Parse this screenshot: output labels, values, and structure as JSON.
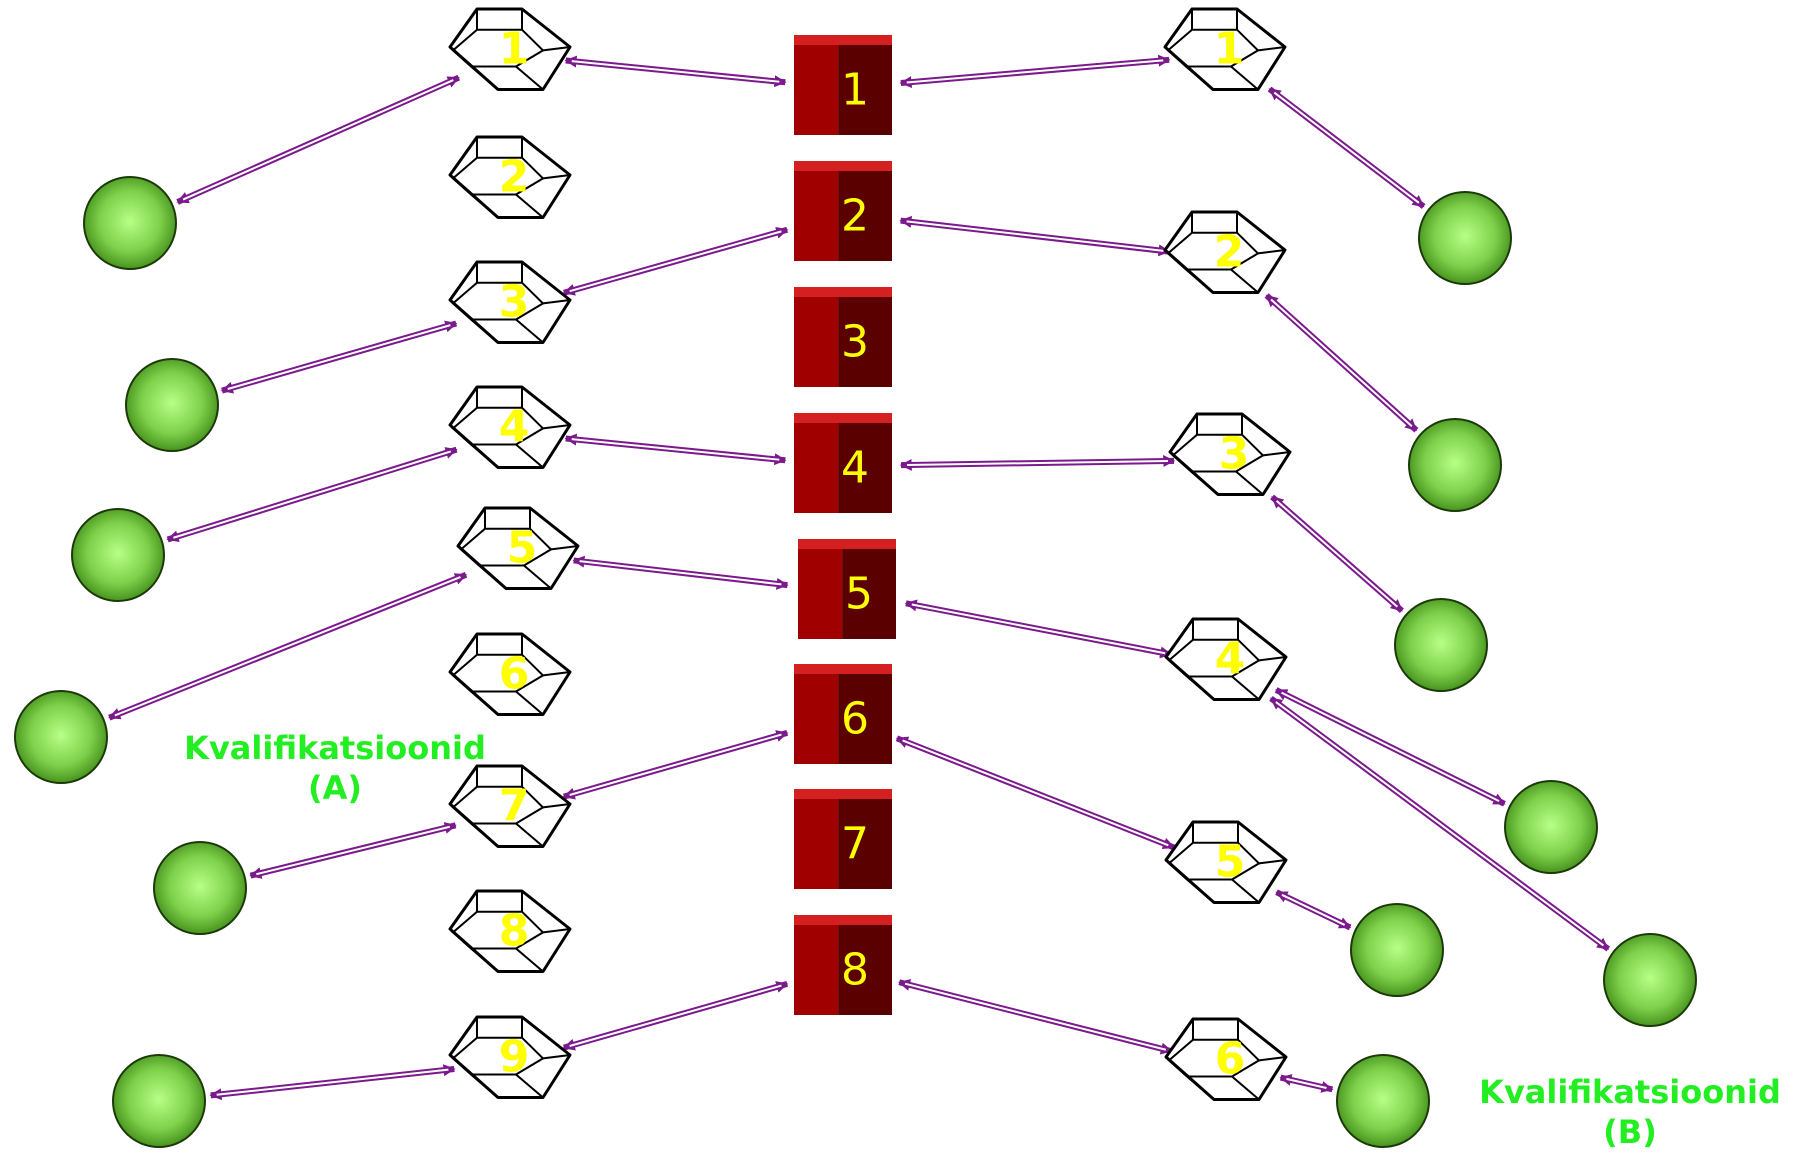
{
  "diagram": {
    "colors": {
      "arrow": "#7b1a8c",
      "cube_front": "#a00000",
      "cube_side": "#5a0000",
      "cube_top": "#d42020",
      "number_text": "#ffff00",
      "sphere_light": "#b8ff88",
      "sphere_dark": "#3f8a18",
      "group_title": "#22ee22"
    },
    "group_a_title": {
      "line1": "Kvalifikatsioonid",
      "line2": "(A)"
    },
    "group_b_title": {
      "line1": "Kvalifikatsioonid",
      "line2": "(B)"
    },
    "cubes": [
      {
        "id": "c1",
        "label": "1"
      },
      {
        "id": "c2",
        "label": "2"
      },
      {
        "id": "c3",
        "label": "3"
      },
      {
        "id": "c4",
        "label": "4"
      },
      {
        "id": "c5",
        "label": "5"
      },
      {
        "id": "c6",
        "label": "6"
      },
      {
        "id": "c7",
        "label": "7"
      },
      {
        "id": "c8",
        "label": "8"
      }
    ],
    "left_crystals": [
      {
        "id": "L1",
        "label": "1"
      },
      {
        "id": "L2",
        "label": "2"
      },
      {
        "id": "L3",
        "label": "3"
      },
      {
        "id": "L4",
        "label": "4"
      },
      {
        "id": "L5",
        "label": "5"
      },
      {
        "id": "L6",
        "label": "6"
      },
      {
        "id": "L7",
        "label": "7"
      },
      {
        "id": "L8",
        "label": "8"
      },
      {
        "id": "L9",
        "label": "9"
      }
    ],
    "right_crystals": [
      {
        "id": "R1",
        "label": "1"
      },
      {
        "id": "R2",
        "label": "2"
      },
      {
        "id": "R3",
        "label": "3"
      },
      {
        "id": "R4",
        "label": "4"
      },
      {
        "id": "R5",
        "label": "5"
      },
      {
        "id": "R6",
        "label": "6"
      }
    ],
    "left_spheres": [
      "SL1",
      "SL2",
      "SL3",
      "SL4",
      "SL5",
      "SL6",
      "SL7"
    ],
    "right_spheres": [
      "SR1",
      "SR2",
      "SR3",
      "SR4",
      "SR5",
      "SR6",
      "SR7",
      "SR8"
    ],
    "connections": [
      {
        "from": "L1",
        "to": "c1"
      },
      {
        "from": "c1",
        "to": "R1"
      },
      {
        "from": "L3",
        "to": "c2"
      },
      {
        "from": "c2",
        "to": "R2"
      },
      {
        "from": "L4",
        "to": "c4"
      },
      {
        "from": "c4",
        "to": "R3"
      },
      {
        "from": "L5",
        "to": "c5"
      },
      {
        "from": "c5",
        "to": "R4"
      },
      {
        "from": "L7",
        "to": "c6"
      },
      {
        "from": "c6",
        "to": "R5"
      },
      {
        "from": "L9",
        "to": "c8"
      },
      {
        "from": "c8",
        "to": "R6"
      },
      {
        "from": "SL1",
        "to": "L1"
      },
      {
        "from": "SL2",
        "to": "L3"
      },
      {
        "from": "SL3",
        "to": "L4"
      },
      {
        "from": "SL4",
        "to": "L5"
      },
      {
        "from": "SL5",
        "to": "L7"
      },
      {
        "from": "SL6",
        "to": "L9"
      },
      {
        "from": "R1",
        "to": "SR1"
      },
      {
        "from": "R2",
        "to": "SR2"
      },
      {
        "from": "R3",
        "to": "SR3"
      },
      {
        "from": "R4",
        "to": "SR4"
      },
      {
        "from": "R4",
        "to": "SR5"
      },
      {
        "from": "R5",
        "to": "SR6"
      },
      {
        "from": "R6",
        "to": "SR7"
      }
    ]
  }
}
